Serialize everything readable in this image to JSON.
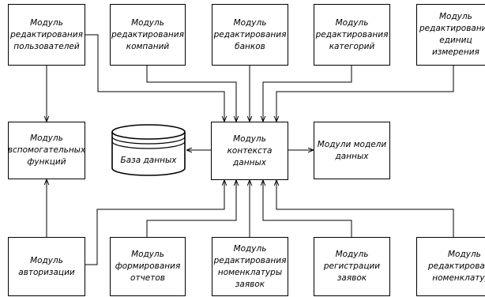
{
  "nodes": {
    "users": "Модуль\nредактирования\nпользователей",
    "companies": "Модуль\nредактирования\nкомпаний",
    "banks": "Модуль\nредактирования\nбанков",
    "categories": "Модуль\nредактирования\nкатегорий",
    "units": "Модуль\nредактирования\nединиц измерения",
    "aux": "Модуль\nвспомогательных\nфункций",
    "context": "Модуль контекста\nданных",
    "models": "Модули модели\nданных",
    "auth": "Модуль\nавторизации",
    "reports": "Модуль\nформирования\nотчетов",
    "nomenclature_requests": "Модуль\nредактирования\nноменклатуры\nзаявок",
    "registration": "Модуль\nрегистрации\nзаявок",
    "nomenclature": "Модуль\nредактирования\nноменклатуры"
  },
  "database": {
    "label": "База данных"
  },
  "colors": {
    "stroke": "#000000",
    "fill": "#ffffff"
  }
}
